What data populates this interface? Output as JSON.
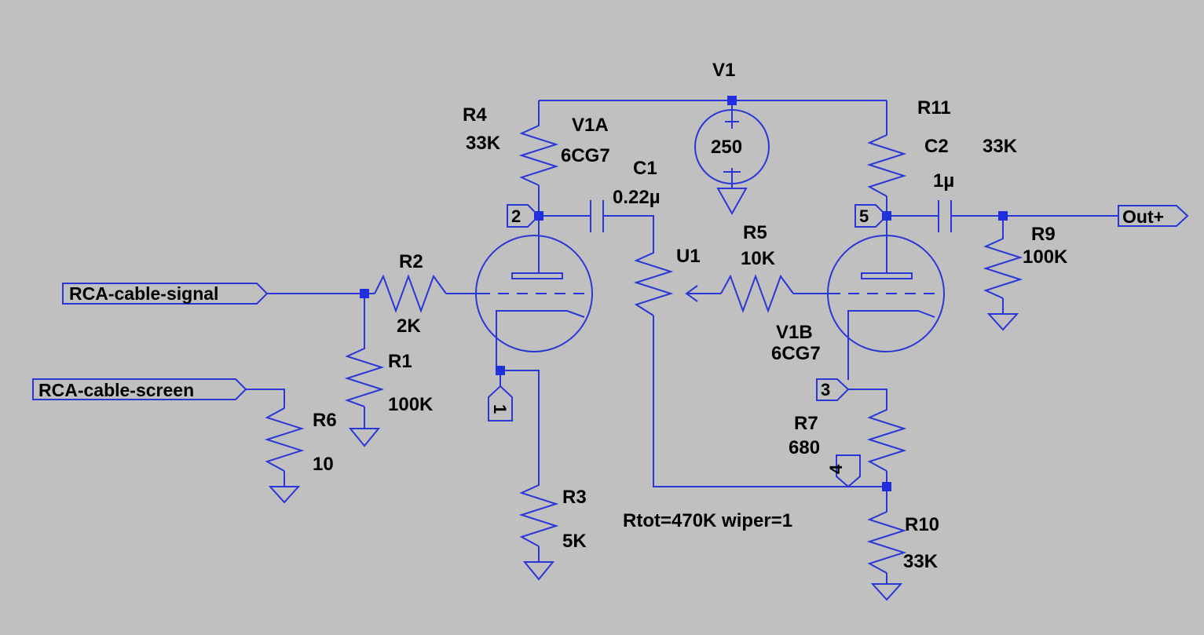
{
  "colors": {
    "background": "#c0c0c0",
    "wire": "#2a37d6",
    "junction": "#1f2fe0",
    "text": "#000000"
  },
  "ports": {
    "rca_signal": "RCA-cable-signal",
    "rca_screen": "RCA-cable-screen",
    "out": "Out+"
  },
  "pins": {
    "p1": "1",
    "p2": "2",
    "p3": "3",
    "p4": "4",
    "p5": "5"
  },
  "components": {
    "V1": {
      "name": "V1",
      "value": "250"
    },
    "V1A": {
      "name": "V1A",
      "value": "6CG7"
    },
    "V1B": {
      "name": "V1B",
      "value": "6CG7"
    },
    "R1": {
      "name": "R1",
      "value": "100K"
    },
    "R2": {
      "name": "R2",
      "value": "2K"
    },
    "R3": {
      "name": "R3",
      "value": "5K"
    },
    "R4": {
      "name": "R4",
      "value": "33K"
    },
    "R5": {
      "name": "R5",
      "value": "10K"
    },
    "R6": {
      "name": "R6",
      "value": "10"
    },
    "R7": {
      "name": "R7",
      "value": "680"
    },
    "R9": {
      "name": "R9",
      "value": "100K"
    },
    "R10": {
      "name": "R10",
      "value": "33K"
    },
    "R11": {
      "name": "R11",
      "value": "33K"
    },
    "C1": {
      "name": "C1",
      "value": "0.22µ"
    },
    "C2": {
      "name": "C2",
      "value": "1µ"
    },
    "U1": {
      "name": "U1",
      "value": "Rtot=470K wiper=1"
    }
  },
  "symbols": {
    "plus": "+",
    "minus": "−"
  },
  "icons": [
    "resistor-icon",
    "capacitor-icon",
    "ground-icon",
    "triode-icon",
    "voltage-source-icon",
    "potentiometer-icon",
    "port-flag-icon",
    "junction-dot-icon"
  ]
}
